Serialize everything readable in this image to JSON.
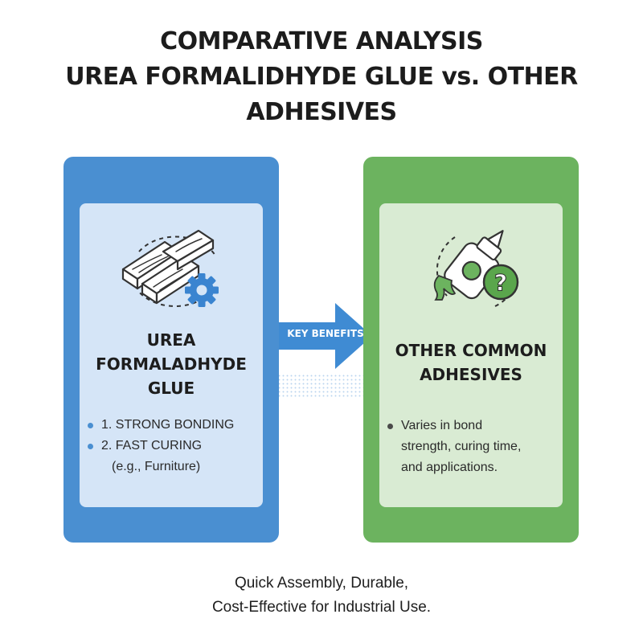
{
  "title": {
    "line1": "COMPARATIVE ANALYSIS",
    "line2": "UREA FORMALIDHYDE GLUE vs. OTHER",
    "line3": "ADHESIVES"
  },
  "left_panel": {
    "heading_lines": [
      "UREA",
      "FORMALADHYDE",
      "GLUE"
    ],
    "bullets": [
      "1. STRONG BONDING",
      "2. FAST CURING"
    ],
    "bullet_note": "(e.g., Furniture)",
    "icon": "wood-planks-gear-icon",
    "color": "#4a8fd1"
  },
  "arrow": {
    "label": "KEY BENEFITS",
    "color": "#4a8fd1"
  },
  "right_panel": {
    "heading_lines": [
      "OTHER COMMON",
      "ADHESIVES"
    ],
    "bullet_lines": [
      "Varies in bond",
      "strength, curing time,",
      "and applications."
    ],
    "icon": "glue-bottle-question-icon",
    "color": "#6cb35f"
  },
  "footer": {
    "line1": "Quick Assembly, Durable,",
    "line2": "Cost-Effective for Industrial Use."
  }
}
